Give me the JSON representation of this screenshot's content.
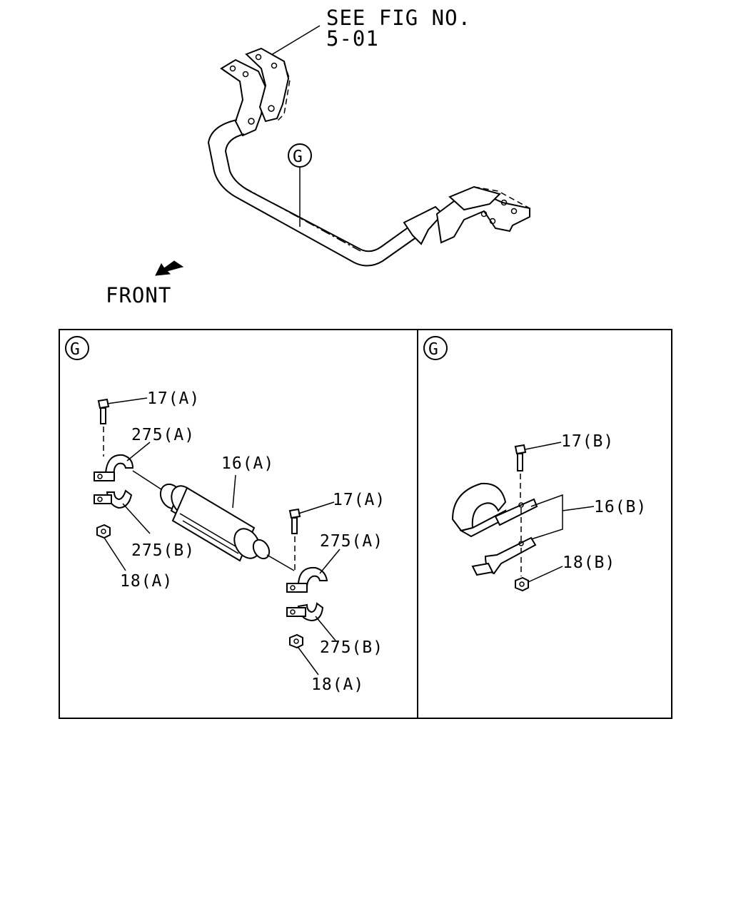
{
  "header": {
    "see_fig_line1": "SEE FIG NO.",
    "see_fig_line2": "5-01",
    "front_label": "FRONT"
  },
  "callouts": {
    "overview_ref": "G",
    "panel_left_ref": "G",
    "panel_right_ref": "G"
  },
  "panel_left": {
    "labels": {
      "bolt_top": "17(A)",
      "clamp_a_top": "275(A)",
      "bushing": "16(A)",
      "clamp_b_left": "275(B)",
      "nut_left": "18(A)",
      "bolt_right": "17(A)",
      "clamp_a_right": "275(A)",
      "clamp_b_right": "275(B)",
      "nut_right": "18(A)"
    }
  },
  "panel_right": {
    "labels": {
      "bolt": "17(B)",
      "bushing": "16(B)",
      "nut": "18(B)"
    }
  }
}
